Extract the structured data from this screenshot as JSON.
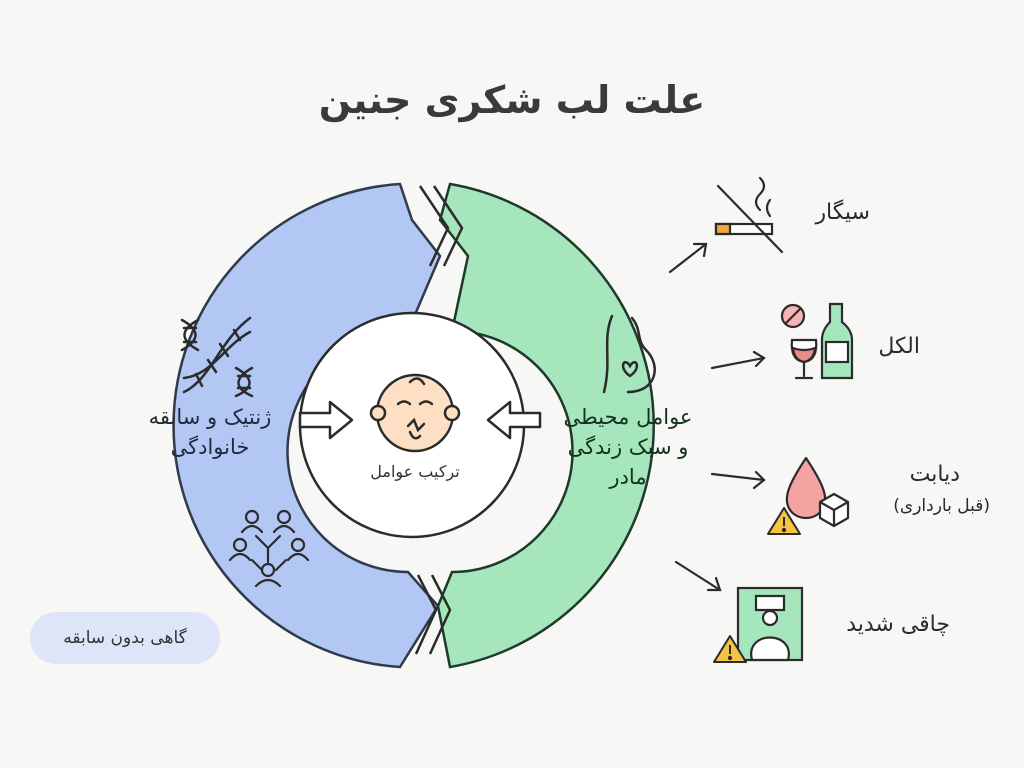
{
  "title": "علت لب شکری جنین",
  "left_section": {
    "label_line1": "ژنتیک و سابقه",
    "label_line2": "خانوادگی",
    "color": "#b3c7f5"
  },
  "right_section": {
    "label_line1": "عوامل محیطی",
    "label_line2": "و سبک زندگی",
    "label_line3": "مادر",
    "color": "#a6e6bd"
  },
  "center": {
    "label": "ترکیب عوامل"
  },
  "factors": {
    "smoking": "سیگار",
    "alcohol": "الکل",
    "diabetes": "دیابت",
    "diabetes_note": "(قبل بارداری)",
    "obesity": "چاقی شدید"
  },
  "note": "گاهی بدون سابقه",
  "icons": {
    "dna": "dna-icon",
    "family": "family-tree-icon",
    "baby": "baby-face-icon",
    "pregnancy": "pregnant-belly-icon",
    "smoking": "no-smoking-icon",
    "alcohol": "alcohol-icon",
    "diabetes": "blood-drop-sugar-icon",
    "obesity": "scale-obesity-icon",
    "warning": "warning-icon"
  }
}
